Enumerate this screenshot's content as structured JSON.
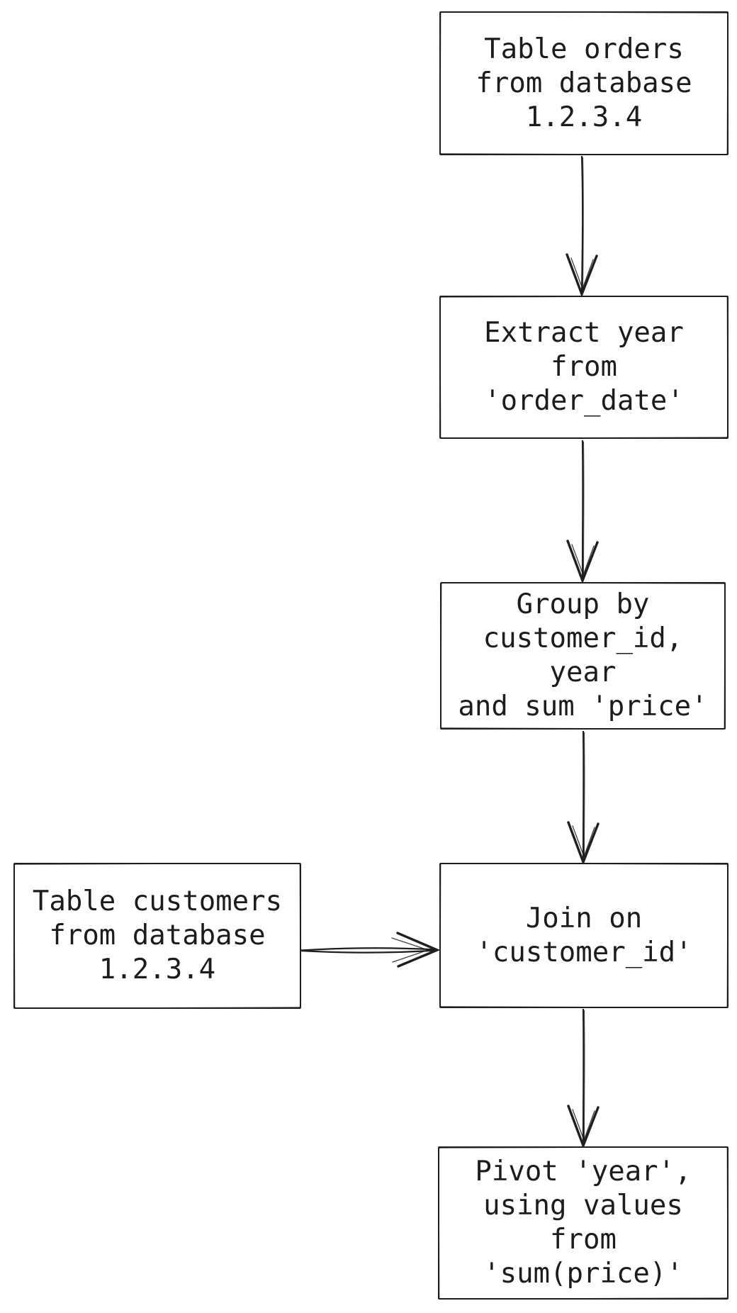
{
  "diagram": {
    "type": "flowchart",
    "direction": "top-down",
    "style": "hand-drawn",
    "background_color": "#ffffff",
    "stroke_color": "#1f1f1f",
    "text_color": "#1c1c1c",
    "nodes": [
      {
        "id": "table_orders",
        "label": "Table orders\nfrom database\n1.2.3.4"
      },
      {
        "id": "extract_year",
        "label": "Extract year\nfrom\n'order_date'"
      },
      {
        "id": "group_by",
        "label": "Group by\ncustomer_id,\nyear\nand sum 'price'"
      },
      {
        "id": "table_customers",
        "label": "Table customers\nfrom database\n1.2.3.4"
      },
      {
        "id": "join",
        "label": "Join on\n'customer_id'"
      },
      {
        "id": "pivot",
        "label": "Pivot 'year',\nusing values\nfrom\n'sum(price)'"
      }
    ],
    "edges": [
      {
        "from": "table_orders",
        "to": "extract_year"
      },
      {
        "from": "extract_year",
        "to": "group_by"
      },
      {
        "from": "group_by",
        "to": "join"
      },
      {
        "from": "table_customers",
        "to": "join"
      },
      {
        "from": "join",
        "to": "pivot"
      }
    ]
  }
}
